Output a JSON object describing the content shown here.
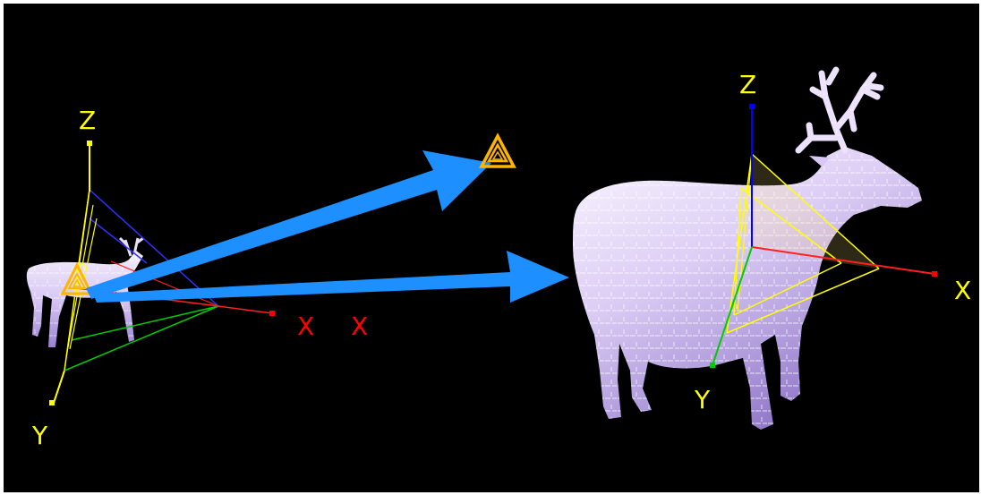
{
  "left_view": {
    "axis_z_label": "Z",
    "axis_y_label": "Y",
    "axis_x_label": "X",
    "axis_x_label_secondary": "X"
  },
  "right_view": {
    "axis_z_label": "Z",
    "axis_y_label": "Y",
    "axis_x_label": "X"
  },
  "colors": {
    "background": "#000000",
    "axis_label": "#ffff00",
    "axis_x_label_left": "#ff0000",
    "x_axis": "#ff0000",
    "y_axis": "#00cc00",
    "z_axis": "#0000ff",
    "frustum": "#ffff00",
    "arrow": "#1e8fff",
    "camera_marker": "#ffb400",
    "model_fill": "#d8c8f4"
  },
  "icons": {
    "camera_marker": "triangle-camera-icon",
    "arrow": "right-arrow-icon",
    "model": "deer-model-icon"
  }
}
